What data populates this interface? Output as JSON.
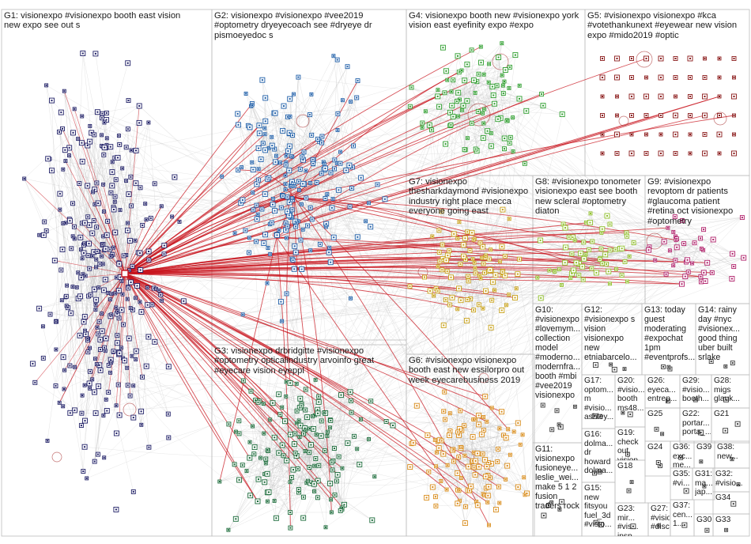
{
  "title": "",
  "groups": [
    {
      "id": "G1",
      "label": "G1: visionexpo #visionexpo booth east vision\nnew expo see out s",
      "color": "#1f1f66"
    },
    {
      "id": "G2",
      "label": "G2: visionexpo #visionexpo #vee2019\n#optometry dryeyecoach see #dryeye dr\npismoeyedoc s",
      "color": "#1f5fa8"
    },
    {
      "id": "G3",
      "label": "G3: visionexpo drbridgitte #visionexpo\n#optometry opticalindustry arvoinfo great\n#eyecare vision eyeppl",
      "color": "#1b6b3a"
    },
    {
      "id": "G4",
      "label": "G4: visionexpo booth new #visionexpo york\nvision east eyefinity expo #expo",
      "color": "#2e9e2e"
    },
    {
      "id": "G5",
      "label": "G5: #visionexpo visionexpo #kca\n#votethankunext #eyewear new vision\nexpo #mido2019 #optic",
      "color": "#8b1a1a"
    },
    {
      "id": "G6",
      "label": "G6: #visionexpo visionexpo\nbooth east new essilorpro out\nweek eyecarebusiness 2019",
      "color": "#d98c1a"
    },
    {
      "id": "G7",
      "label": "G7: visionexpo\nthesharkdaymond #visionexpo\nindustry right place mecca\neveryone going east",
      "color": "#c9a21a"
    },
    {
      "id": "G8",
      "label": "G8: #visionexpo tonometer\nvisionexpo east see booth\nnew scleral #optometry\ndiaton",
      "color": "#8fbf2a"
    },
    {
      "id": "G9",
      "label": "G9: #visionexpo\nrevoptom dr patients\n#glaucoma patient\n#retina oct visionexpo\n#optometry",
      "color": "#b0206a"
    },
    {
      "id": "G10",
      "label": "G10:\n#visionexpo\n#lovemym...\ncollection\nmodel\n#moderno...\nmodernfra...\nbooth #mbi\n#vee2019\nvisionexpo",
      "color": "#3a3a3a"
    },
    {
      "id": "G11",
      "label": "G11:\nvisionexpo\nfusioneye...\nleslie_wei...\nmake 5 1 2\nfusion\ntraders rock",
      "color": "#3a3a3a"
    },
    {
      "id": "G12",
      "label": "G12:\n#visionexpo s\nvision\nvisionexpo\nnew\netniabarcelo...",
      "color": "#3a3a3a"
    },
    {
      "id": "G13",
      "label": "G13: today\nguest\nmoderating\n#expochat\n1pm\n#eventprofs...",
      "color": "#3a3a3a"
    },
    {
      "id": "G14",
      "label": "G14: rainy\nday #nyc\n#visionex...\ngood thing\nuber built\nsrlake",
      "color": "#3a3a3a"
    },
    {
      "id": "G15",
      "label": "G15:\nnew\nfitsyou\nfuel_3d\n#visio...",
      "color": "#3a3a3a"
    },
    {
      "id": "G16",
      "label": "G16:\ndolma...\ndr\nhoward\ndolma...",
      "color": "#3a3a3a"
    },
    {
      "id": "G17",
      "label": "G17:\noptom...\nm\n#visio...\nashley...",
      "color": "#3a3a3a"
    },
    {
      "id": "G18",
      "label": "G18",
      "color": "#3a3a3a"
    },
    {
      "id": "G19",
      "label": "G19:\ncheck\nout\nvision...",
      "color": "#3a3a3a"
    },
    {
      "id": "G20",
      "label": "G20:\n#visio...\nbooth\nms48...",
      "color": "#3a3a3a"
    },
    {
      "id": "G21",
      "label": "G21",
      "color": "#3a3a3a"
    },
    {
      "id": "G22",
      "label": "G22:\nportar...\nporta_...",
      "color": "#3a3a3a"
    },
    {
      "id": "G23",
      "label": "G23:\nmir...\n#vis...\ninsp...",
      "color": "#3a3a3a"
    },
    {
      "id": "G24",
      "label": "G24",
      "color": "#3a3a3a"
    },
    {
      "id": "G25",
      "label": "G25",
      "color": "#3a3a3a"
    },
    {
      "id": "G26",
      "label": "G26:\neyeca...\nentrep...",
      "color": "#3a3a3a"
    },
    {
      "id": "G27",
      "label": "G27:\n#visio...\n#disco...",
      "color": "#3a3a3a"
    },
    {
      "id": "G28",
      "label": "G28:\nmigs\nglauk...",
      "color": "#3a3a3a"
    },
    {
      "id": "G29",
      "label": "G29:\n#visio...\nbooth...",
      "color": "#3a3a3a"
    },
    {
      "id": "G30",
      "label": "G30",
      "color": "#3a3a3a"
    },
    {
      "id": "G31",
      "label": "G31:\nma...\njap...",
      "color": "#3a3a3a"
    },
    {
      "id": "G32",
      "label": "G32:\n#visio...",
      "color": "#3a3a3a"
    },
    {
      "id": "G33",
      "label": "G33",
      "color": "#3a3a3a"
    },
    {
      "id": "G34",
      "label": "G34",
      "color": "#3a3a3a"
    },
    {
      "id": "G35",
      "label": "G35:\n#vi...",
      "color": "#3a3a3a"
    },
    {
      "id": "G36",
      "label": "G36:\nexc...\nme...",
      "color": "#3a3a3a"
    },
    {
      "id": "G37",
      "label": "G37:\ncen...\n1...",
      "color": "#3a3a3a"
    },
    {
      "id": "G38",
      "label": "G38:\nnew...",
      "color": "#3a3a3a"
    },
    {
      "id": "G39",
      "label": "G39",
      "color": "#3a3a3a"
    }
  ],
  "colors": {
    "background": "#ffffff",
    "grid_line": "#bdbdbd",
    "edge": "#b9b9b9",
    "edge_highlight": "#c8141e"
  }
}
